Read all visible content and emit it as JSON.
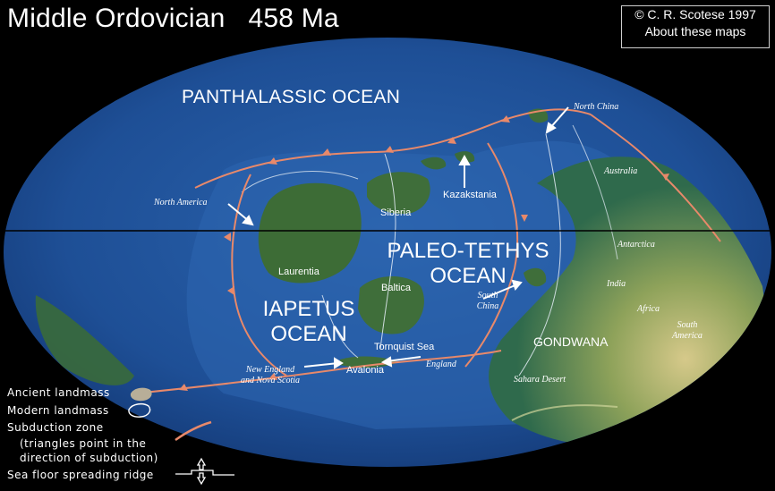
{
  "map": {
    "title": "Middle Ordovician",
    "age": "458 Ma",
    "credit": {
      "copyright": "© C. R. Scotese 1997",
      "link": "About these maps"
    },
    "oceans": {
      "panthalassic": "PANTHALASSIC OCEAN",
      "paleo_tethys_1": "PALEO-TETHYS",
      "paleo_tethys_2": "OCEAN",
      "iapetus_1": "IAPETUS",
      "iapetus_2": "OCEAN"
    },
    "landmasses": {
      "siberia": "Siberia",
      "kazakstania": "Kazakstania",
      "laurentia": "Laurentia",
      "baltica": "Baltica",
      "avalonia": "Avalonia",
      "tornquist_sea": "Tornquist Sea",
      "gondwana": "GONDWANA"
    },
    "modern_labels": {
      "north_america": "North America",
      "north_china": "North China",
      "australia": "Australia",
      "antarctica": "Antarctica",
      "india": "India",
      "africa": "Africa",
      "south_america_1": "South",
      "south_america_2": "America",
      "south_china_1": "South",
      "south_china_2": "China",
      "new_england_1": "New England",
      "new_england_2": "and Nova Scotia",
      "england": "England",
      "sahara": "Sahara Desert"
    },
    "colors": {
      "ocean": "#1f4f95",
      "ocean_deep": "#153a78",
      "land": "#3b6b38",
      "desert": "#c9c27a",
      "subduction": "#e8896a"
    }
  },
  "legend": {
    "ancient": "Ancient landmass",
    "modern": "Modern landmass",
    "subduction_1": "Subduction zone",
    "subduction_2": "(triangles point in the",
    "subduction_3": "direction of subduction)",
    "ridge": "Sea floor spreading ridge",
    "icons": {
      "ancient": "ancient-landmass-swatch-icon",
      "modern": "modern-landmass-outline-icon",
      "subduction": "subduction-line-icon",
      "ridge": "spreading-ridge-icon"
    }
  }
}
